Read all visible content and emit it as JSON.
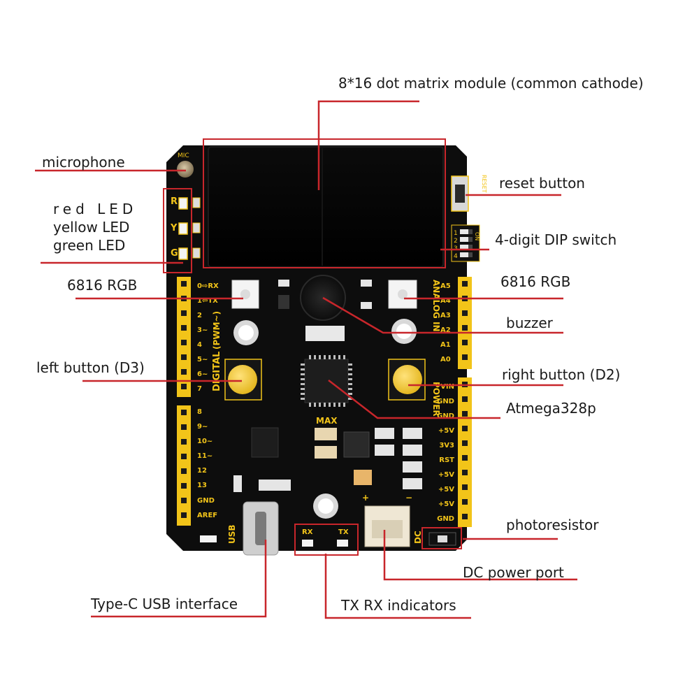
{
  "labels": {
    "dot_matrix": "8*16 dot matrix module (common cathode)",
    "microphone": "microphone",
    "red_led": "red LED",
    "yellow_led": "yellow LED",
    "green_led": "green LED",
    "reset_button": "reset button",
    "dip_switch": "4-digit DIP switch",
    "rgb_left": "6816 RGB",
    "rgb_right": "6816 RGB",
    "buzzer": "buzzer",
    "left_button": "left button (D3)",
    "right_button": "right button (D2)",
    "mcu": "Atmega328p",
    "photoresistor": "photoresistor",
    "dc_port": "DC power port",
    "usb": "Type-C USB interface",
    "txrx": "TX RX indicators"
  },
  "silkscreen": {
    "mic": "MIC",
    "led_r": "R",
    "led_y": "Y",
    "led_g": "G",
    "reset": "RESET",
    "dip_nums": [
      "1",
      "2",
      "3",
      "4"
    ],
    "dip_on": "ON",
    "digital": "DIGITAL",
    "pwm": "(PWM~)",
    "digital_pins": [
      "0⇨RX",
      "1⇦TX",
      "2",
      "3~",
      "4",
      "5~",
      "6~",
      "7",
      "8",
      "9~",
      "10~",
      "11~",
      "12",
      "13",
      "GND",
      "AREF"
    ],
    "analog": "ANALOG IN",
    "analog_pins": [
      "A5",
      "A4",
      "A3",
      "A2",
      "A1",
      "A0"
    ],
    "power": "POWER",
    "power_pins": [
      "VIN",
      "GND",
      "GND",
      "+5V",
      "3V3",
      "RST",
      "+5V",
      "+5V",
      "+5V",
      "GND"
    ],
    "max": "MAX",
    "usb": "USB",
    "dc": "DC",
    "rx": "RX",
    "tx": "TX",
    "plus": "+",
    "minus": "−"
  },
  "colors": {
    "board": "#0d0d0d",
    "header": "#f2c419",
    "silk": "#f2c419",
    "callout": "#c8262b",
    "yellow_button": "#f3c92a"
  }
}
